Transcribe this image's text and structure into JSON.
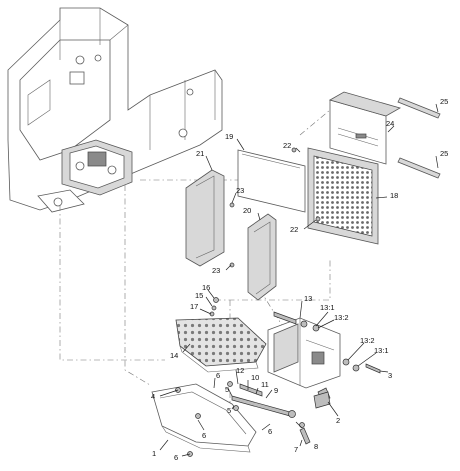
{
  "callouts": {
    "c1": "1",
    "c2": "2",
    "c3": "3",
    "c4": "4",
    "c5a": "5",
    "c5b": "5",
    "c6a": "6",
    "c6b": "6",
    "c6c": "6",
    "c7": "7",
    "c8": "8",
    "c9": "9",
    "c10": "10",
    "c11": "11",
    "c12": "12",
    "c13": "13",
    "c13_1a": "13:1",
    "c13_2a": "13:2",
    "c13_2b": "13:2",
    "c13_1b": "13:1",
    "c14": "14",
    "c15": "15",
    "c16": "16",
    "c17": "17",
    "c18": "18",
    "c19": "19",
    "c20": "20",
    "c21": "21",
    "c22a": "22",
    "c22b": "22",
    "c23a": "23",
    "c23b": "23",
    "c24": "24",
    "c25a": "25",
    "c25b": "25"
  }
}
